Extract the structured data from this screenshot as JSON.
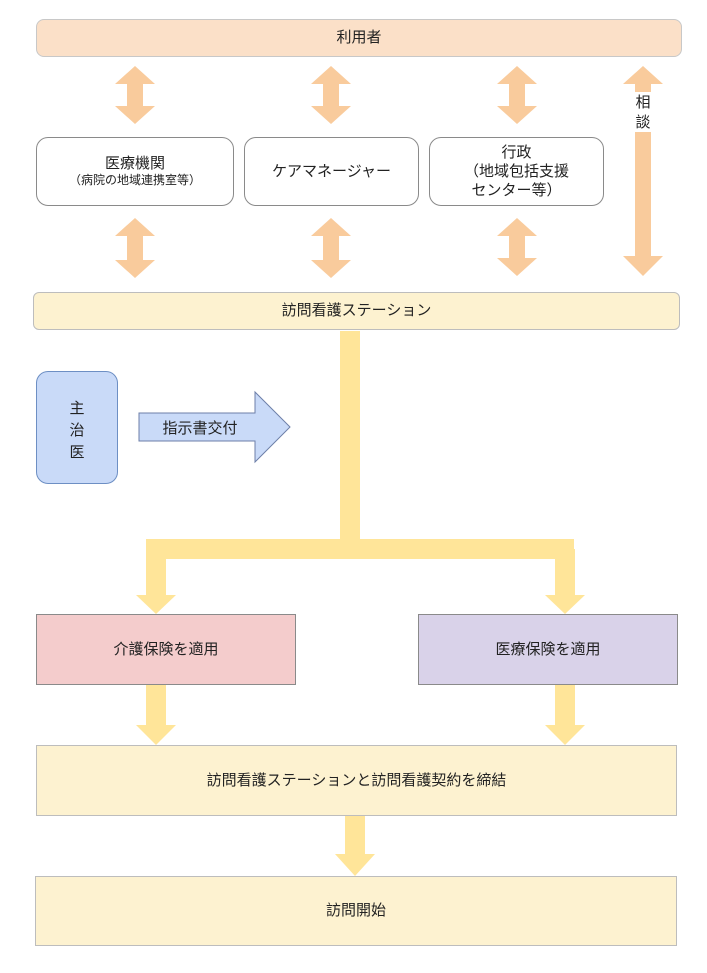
{
  "nodes": {
    "user": "利用者",
    "medical_institution": "医療機関",
    "medical_institution_sub": "（病院の地域連携室等）",
    "care_manager": "ケアマネージャー",
    "administration": "行政",
    "administration_sub_1": "（地域包括支援",
    "administration_sub_2": "センター等）",
    "consultation_1": "相",
    "consultation_2": "談",
    "station": "訪問看護ステーション",
    "doctor_1": "主",
    "doctor_2": "治",
    "doctor_3": "医",
    "instruction": "指示書交付",
    "care_insurance": "介護保険を適用",
    "medical_insurance": "医療保険を適用",
    "contract": "訪問看護ステーションと訪問看護契約を締結",
    "start": "訪問開始"
  },
  "colors": {
    "peach_arrow": "#f9cb9c",
    "yellow_arrow": "#ffe599",
    "blue_arrow": "#c9daf8"
  }
}
